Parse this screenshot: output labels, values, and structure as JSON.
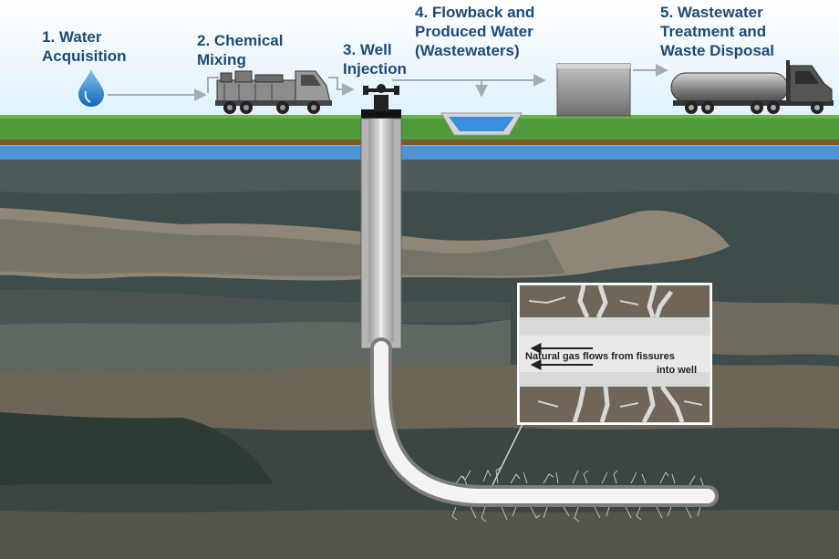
{
  "steps": [
    {
      "lines": [
        "1. Water",
        "Acquisition"
      ]
    },
    {
      "lines": [
        "2. Chemical",
        "Mixing"
      ]
    },
    {
      "lines": [
        "3. Well",
        "Injection"
      ]
    },
    {
      "lines": [
        "4. Flowback and",
        "Produced Water",
        "(Wastewaters)"
      ]
    },
    {
      "lines": [
        "5. Wastewater",
        "Treatment and",
        "Waste Disposal"
      ]
    }
  ],
  "inset": {
    "line1": "Natural gas flows from fissures",
    "line2": "into well"
  },
  "colors": {
    "label": "#1f4a78",
    "sky": "#e9f6fc",
    "grass": "#4f9a3a",
    "aquifer": "#4f93d3",
    "rock_dark": "#3b4a4a",
    "rock_tan": "#8f877a"
  },
  "icons": [
    "water-drop-icon",
    "mixing-truck-icon",
    "wellhead-icon",
    "flowback-pit-icon",
    "storage-tank-icon",
    "tanker-truck-icon"
  ]
}
